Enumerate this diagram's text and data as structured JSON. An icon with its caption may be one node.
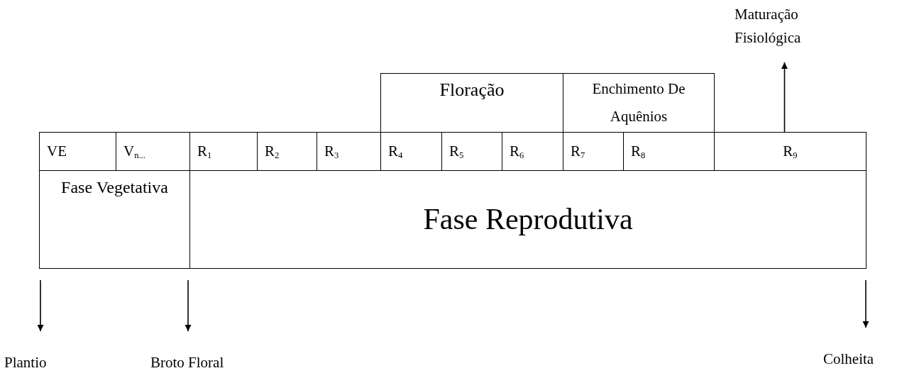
{
  "diagram": {
    "nodes": [
      {
        "text": [
          "Floração"
        ]
      },
      {
        "text": [
          "Enchimento De Aquênios"
        ]
      },
      {
        "text": [
          "VE"
        ]
      },
      {
        "text": [
          "V$_{n...}$"
        ]
      },
      {
        "text": [
          "R$_{1}$"
        ]
      },
      {
        "text": [
          "R$_{2}$"
        ]
      },
      {
        "text": [
          "R$_{3}$"
        ]
      },
      {
        "text": [
          "R$_{4}$"
        ]
      },
      {
        "text": [
          "R$_{5}$"
        ]
      },
      {
        "text": [
          "R$_{6}$"
        ]
      },
      {
        "text": [
          "R$_{7}$"
        ]
      },
      {
        "text": [
          "R$_{8}$"
        ]
      },
      {
        "text": [
          "R$_{9}$"
        ]
      },
      {
        "text": [
          "Fase Vegetativa"
        ]
      },
      {
        "text": [
          "Fase Reprodutiva"
        ]
      },
      {
        "text": [
          "Maturação Fisiológica"
        ]
      },
      {
        "text": [
          "Plantio"
        ]
      },
      {
        "text": [
          "Broto Floral"
        ]
      },
      {
        "text": [
          "Colheita"
        ]
      }
    ],
    "edges": [
      {
        "from": 12,
        "to": 15,
        "arrow": "to"
      },
      {
        "from": null,
        "to": 16,
        "arrow": "to"
      },
      {
        "from": null,
        "to": 17,
        "arrow": "to"
      },
      {
        "from": null,
        "to": 18,
        "arrow": "to"
      }
    ]
  }
}
